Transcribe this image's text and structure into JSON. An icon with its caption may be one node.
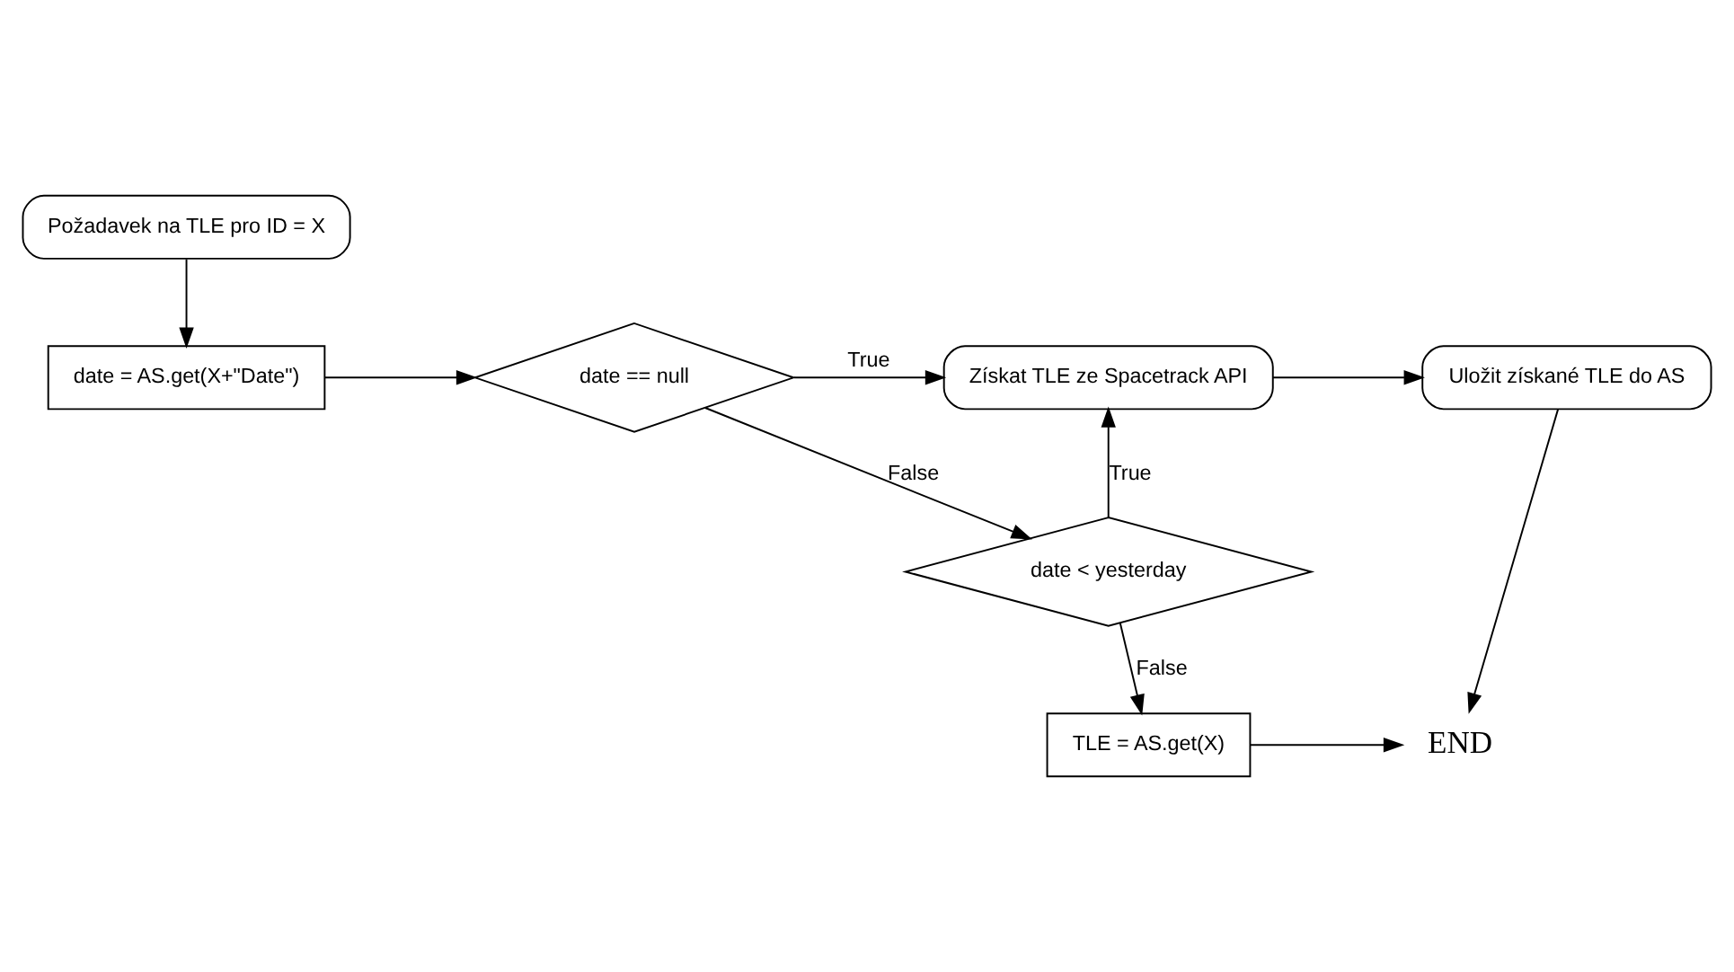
{
  "diagram": {
    "nodes": [
      {
        "text": [
          "Požadavek na TLE pro ID = X"
        ]
      },
      {
        "text": [
          "date = AS.get(X+\"Date\")"
        ]
      },
      {
        "text": [
          "date == null"
        ]
      },
      {
        "text": [
          "date < yesterday"
        ]
      },
      {
        "text": [
          "Získat TLE ze Spacetrack API"
        ]
      },
      {
        "text": [
          "Uložit získané TLE do AS"
        ]
      },
      {
        "text": [
          "TLE = AS.get(X)"
        ]
      },
      {
        "text": [
          "END"
        ]
      }
    ],
    "edges": [
      {
        "from": 0,
        "to": 1,
        "arrow": "to"
      },
      {
        "from": 1,
        "to": 2,
        "arrow": "to"
      },
      {
        "from": 2,
        "to": 4,
        "arrow": "to",
        "label": "True"
      },
      {
        "from": 2,
        "to": 3,
        "arrow": "to",
        "label": "False"
      },
      {
        "from": 3,
        "to": 4,
        "arrow": "to",
        "label": "True"
      },
      {
        "from": 3,
        "to": 6,
        "arrow": "to",
        "label": "False"
      },
      {
        "from": 4,
        "to": 5,
        "arrow": "to"
      },
      {
        "from": 5,
        "to": 7,
        "arrow": "to"
      },
      {
        "from": 6,
        "to": 7,
        "arrow": "to"
      }
    ]
  }
}
